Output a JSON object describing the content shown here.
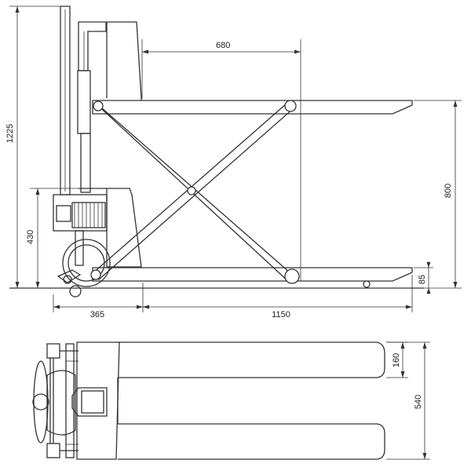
{
  "colors": {
    "line": "#333333",
    "background": "#ffffff"
  },
  "side_view": {
    "dimensions": {
      "top_length": "680",
      "max_height": "1225",
      "lift_height": "800",
      "handle_unit_height": "430",
      "lowered_height": "85",
      "handle_depth": "365",
      "fork_length": "1150"
    }
  },
  "top_view": {
    "dimensions": {
      "fork_width": "160",
      "overall_width": "540"
    }
  }
}
